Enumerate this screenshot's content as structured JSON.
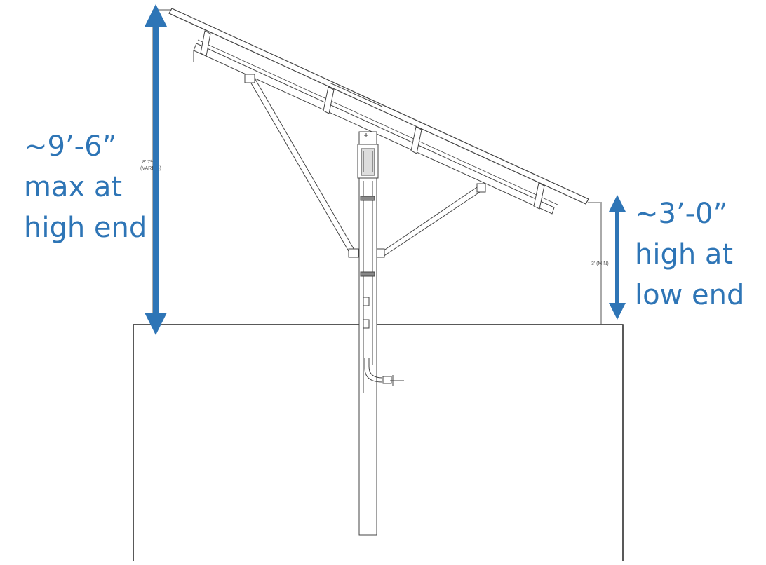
{
  "callouts": {
    "high_end": {
      "line1": "~9’-6”",
      "line2": "max at",
      "line3": "high end"
    },
    "low_end": {
      "line1": "~3’-0”",
      "line2": "high at",
      "line3": "low end"
    }
  },
  "drawing_labels": {
    "high_dimension": "8' 7¼\"",
    "high_dimension_note": "(VARIES)",
    "low_dimension": "3' (MIN)"
  },
  "colors": {
    "accent": "#2E75B6",
    "linework": "#333333"
  }
}
